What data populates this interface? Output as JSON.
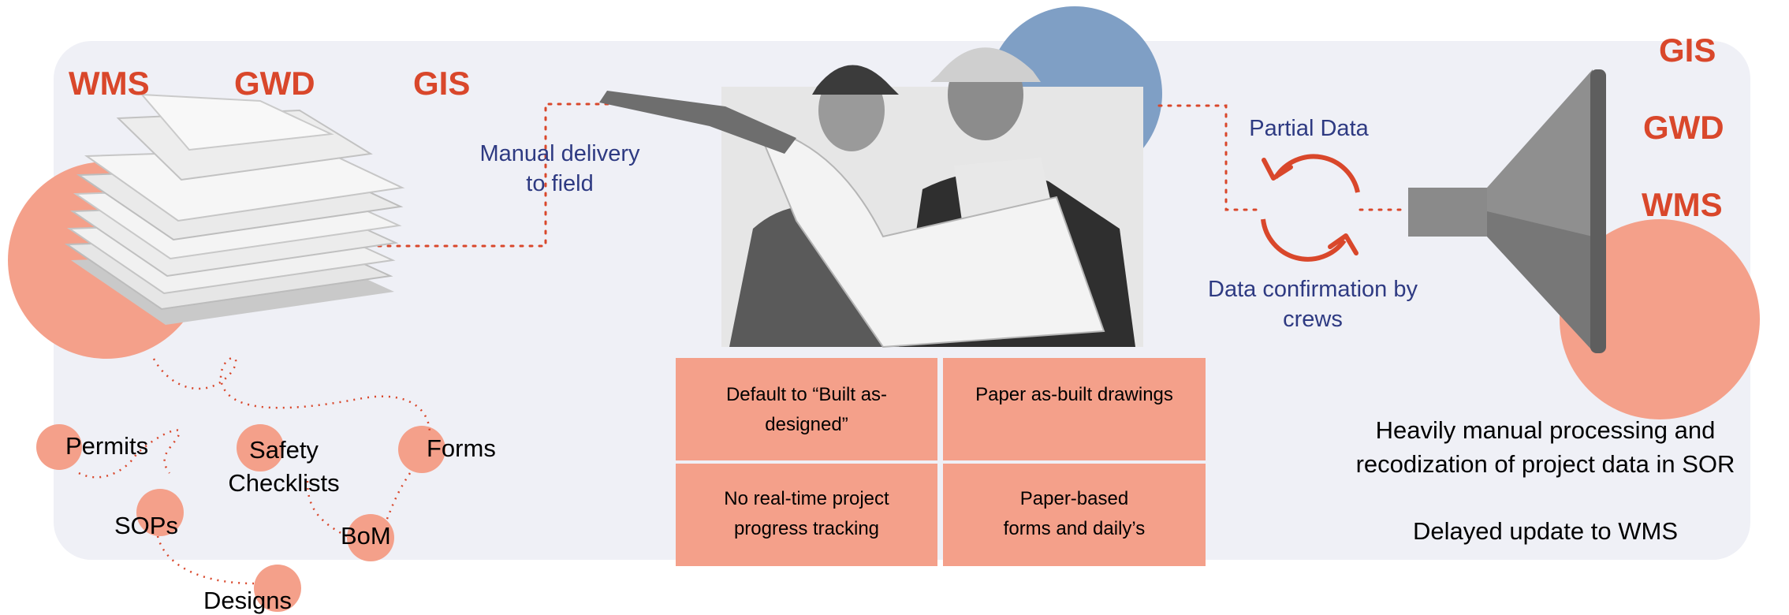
{
  "left_systems": [
    "WMS",
    "GWD",
    "GIS"
  ],
  "manual_delivery": "Manual delivery\nto field",
  "documents": {
    "permits": "Permits",
    "safety_checklists": "Safety\nChecklists",
    "forms": "Forms",
    "sops": "SOPs",
    "bom": "BoM",
    "designs": "Designs"
  },
  "issues": [
    "Default to “Built as-\ndesigned”",
    "Paper as-built drawings",
    "No real-time project\nprogress tracking",
    "Paper-based\nforms and daily’s"
  ],
  "partial_data": "Partial Data",
  "data_confirmation": "Data confirmation by\ncrews",
  "right_systems": [
    "GIS",
    "GWD",
    "WMS"
  ],
  "outcome_1": "Heavily manual processing and\nrecodization of project data in SOR",
  "outcome_2": "Delayed update to WMS",
  "colors": {
    "accent_red": "#d9472b",
    "salmon": "#f4a08a",
    "navy": "#2e3a82",
    "blue_circle": "#7f9fc5",
    "panel": "#eff0f6"
  },
  "icons": [
    "document-stack-image",
    "workers-photo",
    "refresh-cycle-icon",
    "funnel-icon"
  ]
}
